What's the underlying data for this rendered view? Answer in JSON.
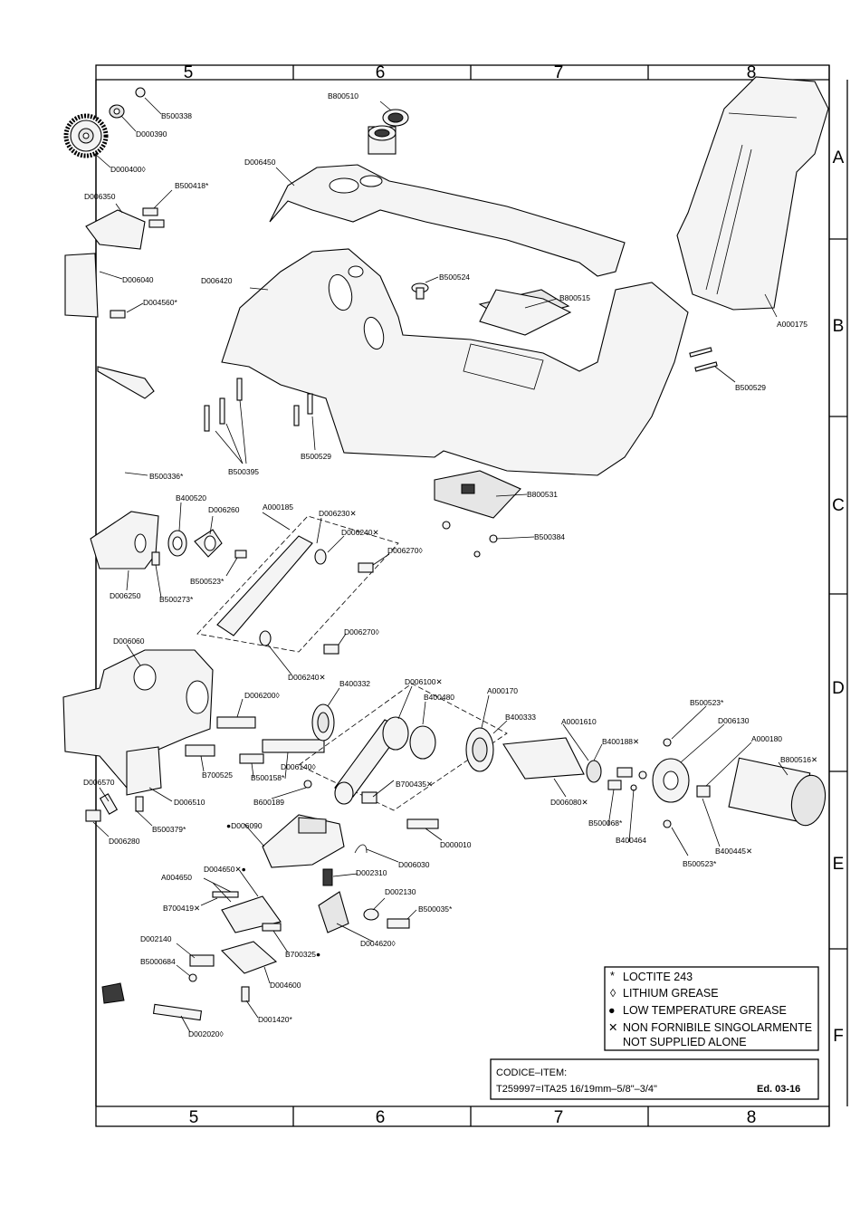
{
  "grid": {
    "columns": [
      "5",
      "6",
      "7",
      "8"
    ],
    "rows": [
      "A",
      "B",
      "C",
      "D",
      "E",
      "F"
    ]
  },
  "part_labels": {
    "B500338": "B500338",
    "D000390": "D000390",
    "D000400": "D000400◊",
    "B800510": "B800510",
    "D006450": "D006450",
    "D006350": "D006350",
    "B500418": "B500418*",
    "D006040": "D006040",
    "D004560": "D004560*",
    "D006420": "D006420",
    "B500524": "B500524",
    "B800515": "B800515",
    "A000175": "A000175",
    "B500529_r": "B500529",
    "B500529_m": "B500529",
    "B500395": "B500395",
    "B500336": "B500336*",
    "B400520": "B400520",
    "D006260": "D006260",
    "A000185": "A000185",
    "D006230": "D006230✕",
    "D006240_a": "D006240✕",
    "D006270_a": "D006270◊",
    "B800531": "B800531",
    "B500384": "B500384",
    "D006250": "D006250",
    "B500273": "B500273*",
    "B500523_c": "B500523*",
    "D006270_b": "D006270◊",
    "D006240_b": "D006240✕",
    "D006060": "D006060",
    "B400332": "B400332",
    "D006100": "D006100✕",
    "B400480": "B400480",
    "A000170": "A000170",
    "B400333": "B400333",
    "A0001610": "A0001610",
    "B500523_d1": "B500523*",
    "D006130": "D006130",
    "A000180": "A000180",
    "B800516": "B800516✕",
    "D006200": "D006200◊",
    "B700525": "B700525",
    "B500158": "B500158*",
    "D006140": "D006140◊",
    "B600189": "B600189",
    "B700435": "B700435✕",
    "B400188": "B400188✕",
    "D006080": "D006080✕",
    "B500068": "B500068*",
    "D006570": "D006570",
    "D006510": "D006510",
    "B500379": "B500379*",
    "D006280": "D006280",
    "B400464": "B400464",
    "B400445": "B400445✕",
    "B500523_e": "B500523*",
    "D006090": "●D006090",
    "D000010": "D000010",
    "D006030": "D006030",
    "D004650": "D004650✕●",
    "A004650": "A004650",
    "D002310": "D002310",
    "B700419": "B700419✕",
    "D002130": "D002130",
    "B500035": "B500035*",
    "B700325": "B700325●",
    "D004620": "D004620◊",
    "D002140": "D002140",
    "B500068_f": "B5000684",
    "D004600": "D004600",
    "D001420": "D001420*",
    "D002020": "D002020◊"
  },
  "legend": {
    "items": [
      {
        "symbol": "*",
        "text": "LOCTITE 243"
      },
      {
        "symbol": "◊",
        "text": "LITHIUM GREASE"
      },
      {
        "symbol": "●",
        "text": "LOW TEMPERATURE GREASE"
      },
      {
        "symbol": "✕",
        "text": "NON FORNIBILE SINGOLARMENTE"
      },
      {
        "symbol": "",
        "text": "NOT SUPPLIED ALONE"
      }
    ]
  },
  "title_block": {
    "code_label": "CODICE–ITEM:",
    "code_value": "T259997=ITA25  16/19mm–5/8\"–3/4\"",
    "edition": "Ed. 03-16"
  }
}
